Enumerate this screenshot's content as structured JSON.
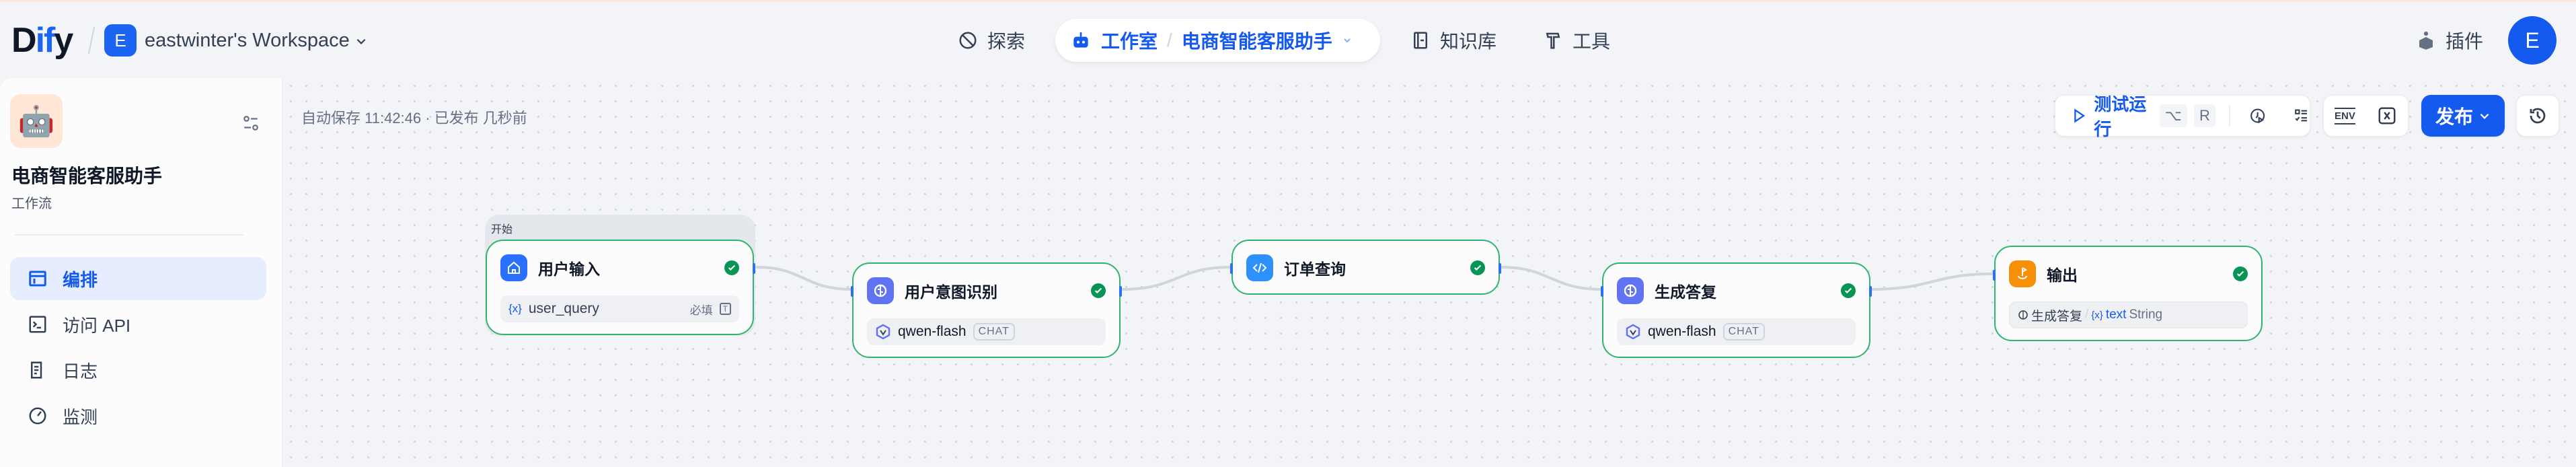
{
  "header": {
    "logo": "Dify",
    "workspace": {
      "initial": "E",
      "name": "eastwinter's Workspace"
    },
    "nav": {
      "explore": "探索",
      "studio": "工作室",
      "current_app": "电商智能客服助手",
      "knowledge": "知识库",
      "tools": "工具"
    },
    "plugins": "插件",
    "avatar_initial": "E"
  },
  "sidebar": {
    "app_icon": "🤖",
    "app_name": "电商智能客服助手",
    "app_type": "工作流",
    "items": [
      {
        "label": "编排",
        "active": true
      },
      {
        "label": "访问 API"
      },
      {
        "label": "日志"
      },
      {
        "label": "监测"
      }
    ]
  },
  "canvas": {
    "autosave": "自动保存 11:42:46 · 已发布 几秒前",
    "toolbar": {
      "run_label": "测试运行",
      "shortcut_alt": "⌥",
      "shortcut_key": "R",
      "env": "ENV",
      "publish": "发布"
    },
    "start_group_label": "开始",
    "nodes": [
      {
        "title": "用户输入",
        "var": "user_query",
        "required": "必填",
        "type_icon": "T"
      },
      {
        "title": "用户意图识别",
        "model": "qwen-flash",
        "mode": "CHAT"
      },
      {
        "title": "订单查询"
      },
      {
        "title": "生成答复",
        "model": "qwen-flash",
        "mode": "CHAT"
      },
      {
        "title": "输出",
        "source": "生成答复",
        "var": "text",
        "var_type": "String"
      }
    ]
  },
  "colors": {
    "accent": "#155aef",
    "success": "#079455",
    "node_border": "#31b46d",
    "llm_icon": "#6172f3",
    "code_icon": "#2e90fa",
    "end_icon": "#f79009"
  }
}
